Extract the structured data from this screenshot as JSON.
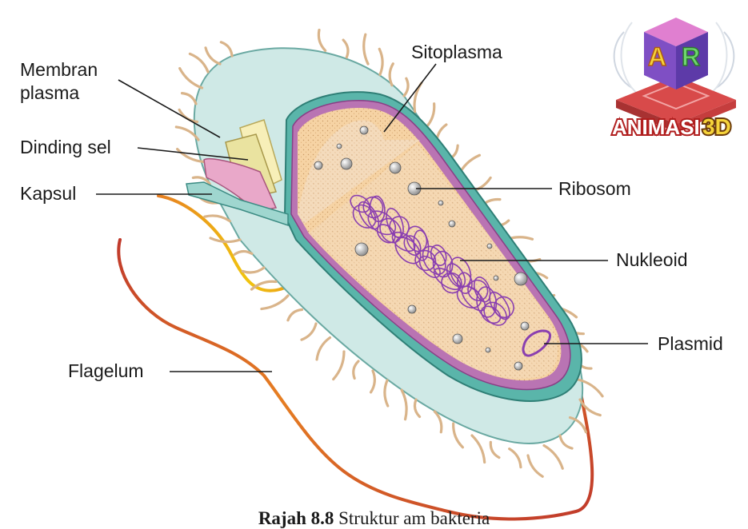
{
  "labels": {
    "membran_plasma_1": "Membran",
    "membran_plasma_2": "plasma",
    "dinding_sel": "Dinding sel",
    "kapsul": "Kapsul",
    "flagelum": "Flagelum",
    "sitoplasma": "Sitoplasma",
    "ribosom": "Ribosom",
    "nukleoid": "Nukleoid",
    "plasmid": "Plasmid"
  },
  "badge": {
    "letter_a": "A",
    "letter_r": "R",
    "text": "ANIMASI",
    "suffix": "3D"
  },
  "caption": {
    "prefix": "Rajah",
    "number": "8.8",
    "text": "Struktur am bakteria"
  },
  "colors": {
    "capsule": "#c7e6e4",
    "cell_wall": "#5ab5aa",
    "membrane": "#a24a9a",
    "cytoplasm": "#f3cd98",
    "nucleoid": "#8a3fb0",
    "flagellum": "#d9472b",
    "pili": "#d9b48a"
  }
}
